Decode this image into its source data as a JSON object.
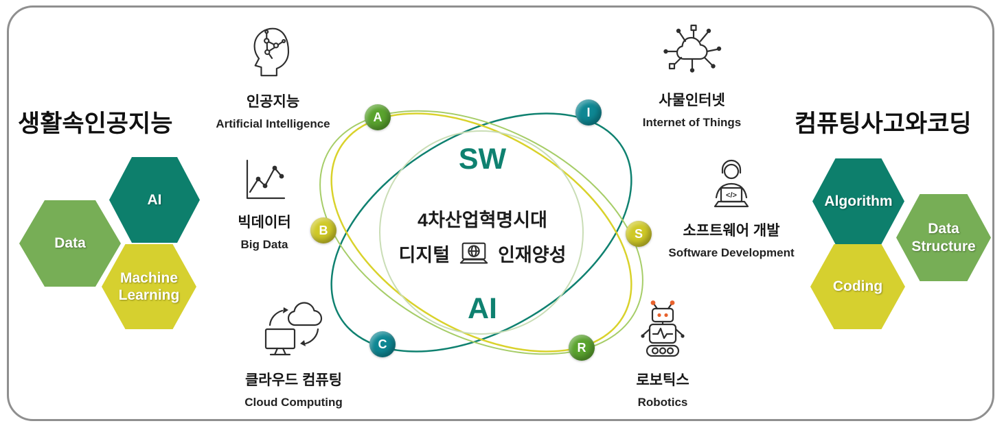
{
  "colors": {
    "teal": "#0d7f6c",
    "green": "#77ae56",
    "yellow": "#d6d02f",
    "badge_green": "#5aa32e",
    "badge_teal": "#0e8793",
    "badge_yellow": "#cfc928",
    "venn_teal": "#0f8170",
    "venn_yellow": "#d9d22b",
    "venn_light_green": "#a6cd68",
    "venn_circle": "#c9ddb5",
    "accent_orange": "#e8622d"
  },
  "left_panel": {
    "title": "생활속인공지능",
    "hexagons": [
      {
        "label": "AI",
        "color": "#0d7f6c"
      },
      {
        "label": "Data",
        "color": "#77ae56"
      },
      {
        "label": "Machine Learning",
        "color": "#d6d02f"
      }
    ]
  },
  "right_panel": {
    "title": "컴퓨팅사고와코딩",
    "hexagons": [
      {
        "label": "Algorithm",
        "color": "#0d7f6c"
      },
      {
        "label": "Data Structure",
        "color": "#77ae56"
      },
      {
        "label": "Coding",
        "color": "#d6d02f"
      }
    ]
  },
  "center": {
    "top_label": "SW",
    "bottom_label": "AI",
    "line1": "4차산업혁명시대",
    "line2_left": "디지털",
    "line2_right": "인재양성",
    "badges": [
      {
        "letter": "A",
        "color": "#5aa32e"
      },
      {
        "letter": "I",
        "color": "#0e8793"
      },
      {
        "letter": "B",
        "color": "#cfc928"
      },
      {
        "letter": "S",
        "color": "#cfc928"
      },
      {
        "letter": "C",
        "color": "#0e8793"
      },
      {
        "letter": "R",
        "color": "#5aa32e"
      }
    ]
  },
  "items": [
    {
      "label_ko": "인공지능",
      "label_en": "Artificial Intelligence"
    },
    {
      "label_ko": "빅데이터",
      "label_en": "Big Data"
    },
    {
      "label_ko": "클라우드 컴퓨팅",
      "label_en": "Cloud Computing"
    },
    {
      "label_ko": "사물인터넷",
      "label_en": "Internet of Things"
    },
    {
      "label_ko": "소프트웨어 개발",
      "label_en": "Software Development",
      "code_glyph": "</>"
    },
    {
      "label_ko": "로보틱스",
      "label_en": "Robotics"
    }
  ]
}
